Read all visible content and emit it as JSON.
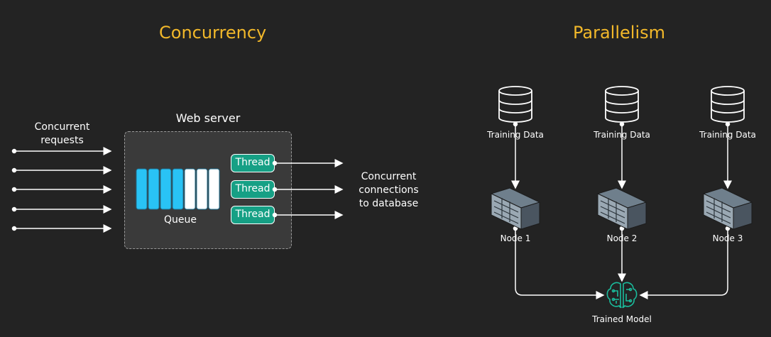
{
  "concurrency": {
    "title": "Concurrency",
    "requests_label": "Concurrent\nrequests",
    "web_server_label": "Web server",
    "queue_label": "Queue",
    "threads": [
      "Thread",
      "Thread",
      "Thread"
    ],
    "db_label": "Concurrent\nconnections\nto database",
    "queue_slots": [
      {
        "color": "#29c3f5"
      },
      {
        "color": "#29c3f5"
      },
      {
        "color": "#29c3f5"
      },
      {
        "color": "#29c3f5"
      },
      {
        "color": "#ffffff"
      },
      {
        "color": "#ffffff"
      },
      {
        "color": "#ffffff"
      }
    ]
  },
  "parallelism": {
    "title": "Parallelism",
    "training_labels": [
      "Training Data",
      "Training Data",
      "Training Data"
    ],
    "node_labels": [
      "Node 1",
      "Node 2",
      "Node 3"
    ],
    "model_label": "Trained Model"
  },
  "colors": {
    "title": "#f2b82a",
    "thread": "#16a085",
    "queue_filled": "#29c3f5",
    "model_icon": "#1abc9c",
    "arrow": "#ffffff"
  }
}
